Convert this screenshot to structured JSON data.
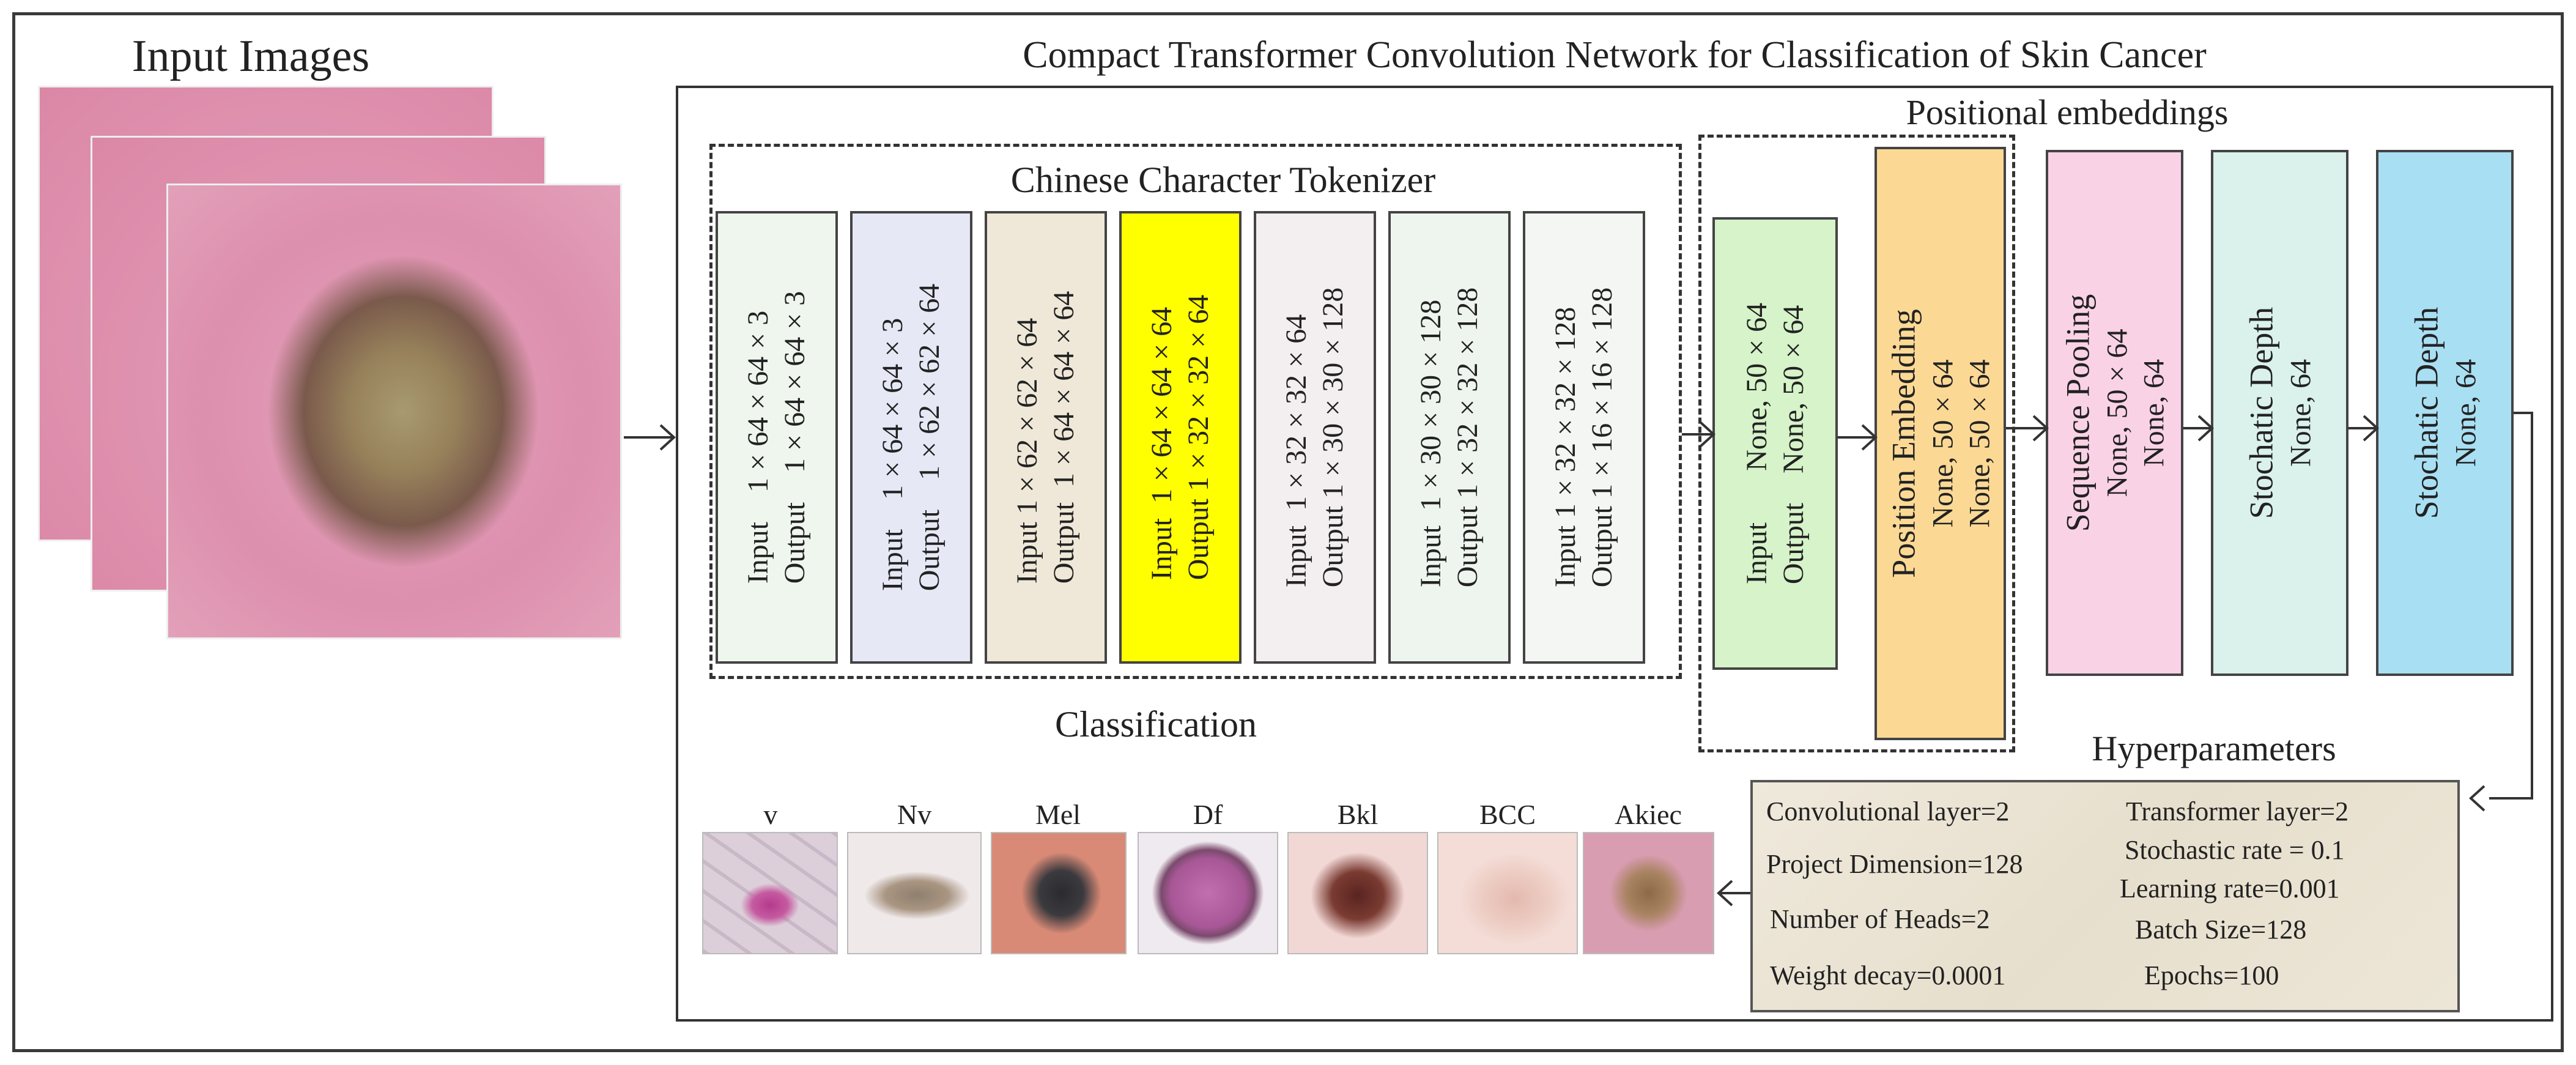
{
  "titles": {
    "input_images": "Input Images",
    "main": "Compact Transformer Convolution Network for Classification of Skin Cancer",
    "tokenizer": "Chinese Character Tokenizer",
    "positional": "Positional embeddings",
    "classification": "Classification",
    "hyperparameters": "Hyperparameters"
  },
  "tokenizer_blocks": [
    {
      "input": "Input    1 × 64 × 64 × 3",
      "output": "Output    1 × 64 × 64 × 3",
      "color": "#eef6ee"
    },
    {
      "input": "Input    1 × 64 × 64 × 3",
      "output": "Output    1 × 62 × 62 × 64",
      "color": "#e6e8f6"
    },
    {
      "input": "Input 1 × 62 × 62 × 64",
      "output": "Output  1 × 64 × 64 × 64",
      "color": "#efe8d8"
    },
    {
      "input": "Input  1 × 64 × 64 × 64",
      "output": "Output 1 × 32 × 32 × 64",
      "color": "#ffff00"
    },
    {
      "input": "Input  1 × 32 × 32 × 64",
      "output": "Output 1 × 30 × 30 × 128",
      "color": "#f3eef0"
    },
    {
      "input": "Input  1 × 30 × 30 × 128",
      "output": "Output 1 × 32 × 32 × 128",
      "color": "#eef5ef"
    },
    {
      "input": "Input 1 × 32 × 32 × 128",
      "output": "Output 1 × 16 × 16 × 128",
      "color": "#f3f6f3"
    }
  ],
  "pos_input_block": {
    "input": "Input       None, 50 × 64",
    "output": "Output    None, 50 × 64",
    "color": "#d6f3c9"
  },
  "position_embedding": {
    "title": "Position Embedding",
    "line1": "None, 50 × 64",
    "line2": "None, 50 × 64",
    "color": "#fbd995"
  },
  "sequence_pooling": {
    "title": "Sequence Pooling",
    "line1": "None, 50 × 64",
    "line2": "None, 64",
    "color": "#fad2e6"
  },
  "stochastic_depth_1": {
    "title": "Stochatic Depth",
    "line1": "None, 64",
    "color": "#daf1ec"
  },
  "stochastic_depth_2": {
    "title": "Stochatic Depth",
    "line1": "None, 64",
    "color": "#a9dff3"
  },
  "hyperparameters": {
    "conv_layer": "Convolutional layer=2",
    "transformer_layer": "Transformer layer=2",
    "stochastic_rate": "Stochastic rate = 0.1",
    "project_dim": "Project Dimension=128",
    "learning_rate": "Learning rate=0.001",
    "num_heads": "Number of Heads=2",
    "batch_size": "Batch Size=128",
    "weight_decay": "Weight decay=0.0001",
    "epochs": "Epochs=100"
  },
  "classes": [
    "v",
    "Nv",
    "Mel",
    "Df",
    "Bkl",
    "BCC",
    "Akiec"
  ],
  "colors": {
    "line": "#333333",
    "frame": "#3a3a3a",
    "highlight": "#ffff00"
  }
}
